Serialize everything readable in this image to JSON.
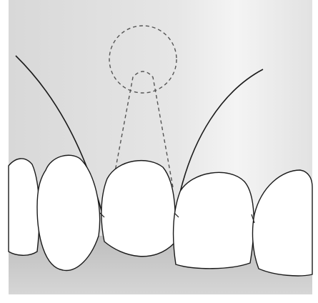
{
  "figure": {
    "background_color": "#ececec",
    "shadow_color": "#c4c4c4",
    "line_color": "#1a1a1a",
    "dashed_color": "#555555",
    "tooth_fill": "#ffffff",
    "tooth_count": 5,
    "icons": [
      "gingival-margin",
      "dashed-pontic-outline",
      "teeth-row"
    ]
  }
}
